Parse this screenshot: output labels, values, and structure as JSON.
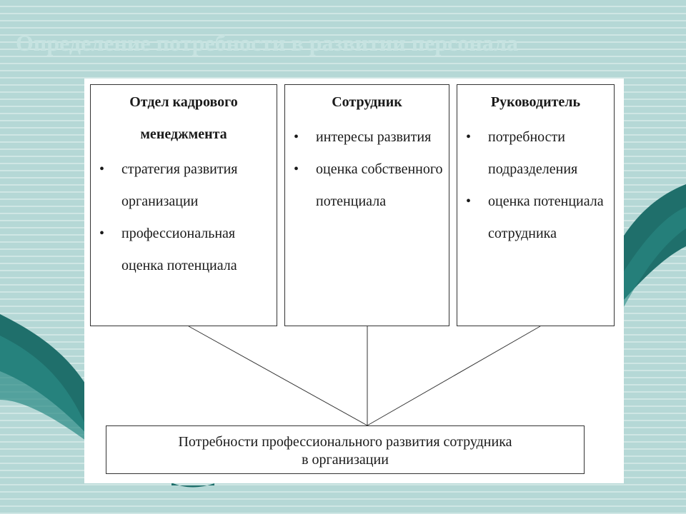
{
  "slide": {
    "title": "Определение потребности в развитии персонала"
  },
  "diagram": {
    "columns": [
      {
        "heading": "Отдел кадрового менеджмента",
        "items": [
          "стратегия развития организации",
          "профессиональная оценка потенциала"
        ]
      },
      {
        "heading": "Сотрудник",
        "items": [
          "интересы развития",
          "оценка собственного потенциала"
        ]
      },
      {
        "heading": "Руководитель",
        "items": [
          "потребности подразделения",
          "оценка потенциала сотрудника"
        ]
      }
    ],
    "result": {
      "line1": "Потребности профессионального развития сотрудника",
      "line2": "в организации"
    }
  },
  "colors": {
    "background": "#b5d8d6",
    "accent_dark_teal": "#1f6f6b",
    "title": "#c6e3e1"
  }
}
